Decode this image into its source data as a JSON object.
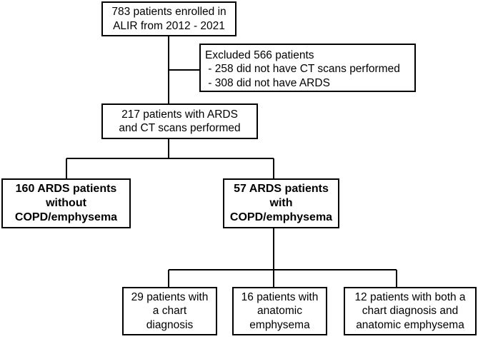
{
  "boxes": {
    "enrolled": [
      "783 patients enrolled in",
      "ALIR from 2012 - 2021"
    ],
    "excluded": [
      "Excluded 566 patients",
      " - 258 did not have CT scans performed",
      " - 308 did not have ARDS"
    ],
    "ards_ct": [
      "217 patients with ARDS",
      "and CT scans performed"
    ],
    "without_copd": [
      "160 ARDS patients",
      "without",
      "COPD/emphysema"
    ],
    "with_copd": [
      "57 ARDS patients",
      "with",
      "COPD/emphysema"
    ],
    "chart_dx": [
      "29 patients with",
      "a chart",
      "diagnosis"
    ],
    "anatomic": [
      "16 patients with",
      "anatomic",
      "emphysema"
    ],
    "both": [
      "12 patients with both a",
      "chart diagnosis and",
      "anatomic emphysema"
    ]
  }
}
